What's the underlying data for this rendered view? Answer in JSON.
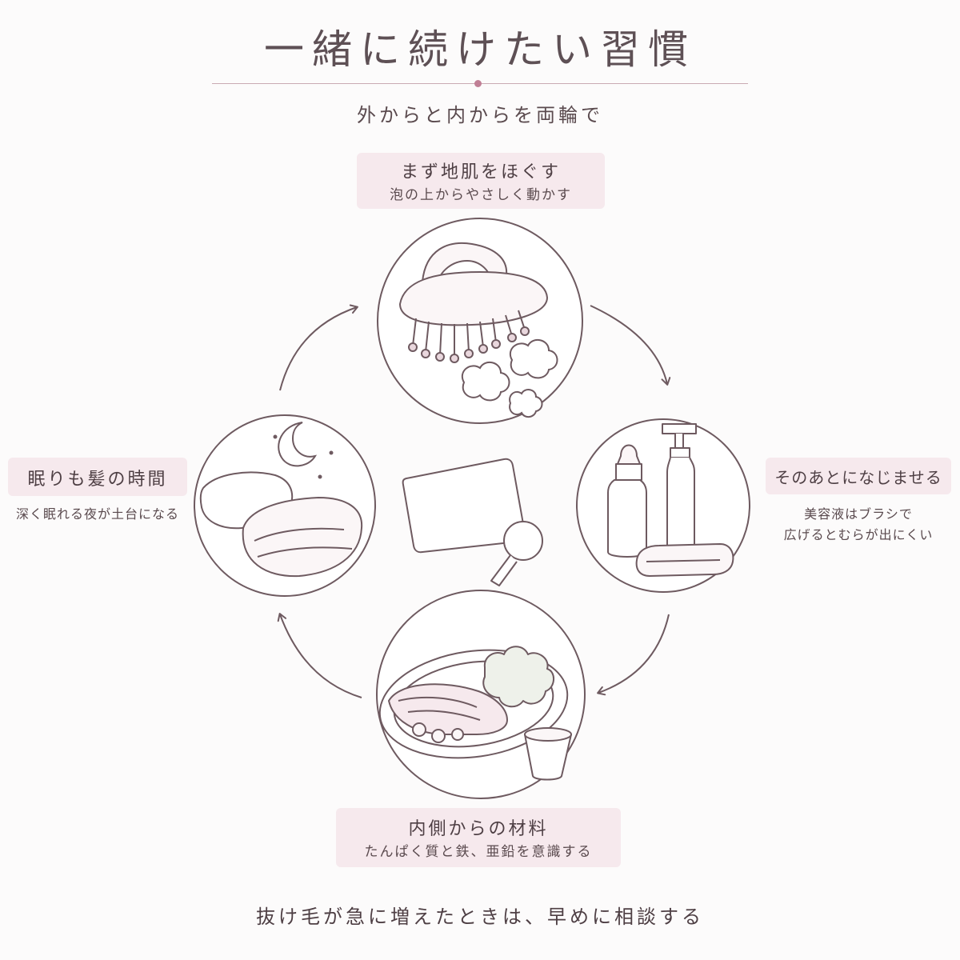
{
  "title": "一緒に続けたい習慣",
  "subtitle": "外からと内からを両輪で",
  "colors": {
    "accent": "#c07f95",
    "line": "#6e5a60",
    "label_bg": "#f6e9ed",
    "text": "#5a4a4e"
  },
  "steps": [
    {
      "id": "scalp",
      "heading": "まず地肌をほぐす",
      "detail": "泡の上からやさしく動かす",
      "icon": "scalp-brush-and-foam"
    },
    {
      "id": "serum",
      "heading": "そのあとになじませる",
      "detail_lines": [
        "美容液はブラシで",
        "広げるとむらが出にくい"
      ],
      "icon": "serum-bottles-and-towel"
    },
    {
      "id": "nutrition",
      "heading": "内側からの材料",
      "detail": "たんぱく質と鉄、亜鉛を意識する",
      "icon": "salmon-plate-and-drink"
    },
    {
      "id": "sleep",
      "heading": "眠りも髪の時間",
      "detail": "深く眠れる夜が土台になる",
      "icon": "pillow-and-moon"
    }
  ],
  "center_icon": "card-and-magnifier",
  "footer": "抜け毛が急に増えたときは、早めに相談する"
}
